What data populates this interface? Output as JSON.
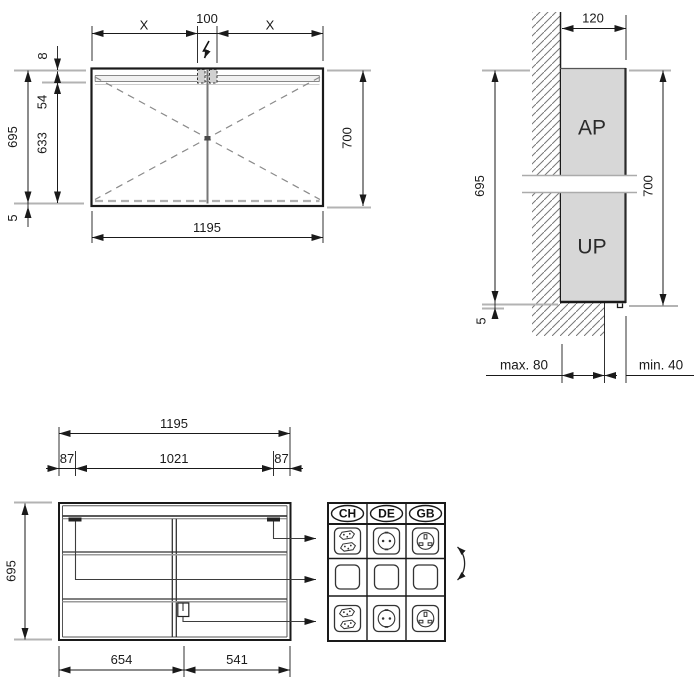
{
  "front_view": {
    "top_span_left": "X",
    "top_center_width": "100",
    "top_span_right": "X",
    "power_icon": "lightning-bolt",
    "seg_top": "8",
    "seg_light": "54",
    "seg_door": "633",
    "height_to_bottom_edge": "695",
    "seg_bottom": "5",
    "total_height": "700",
    "total_width": "1195"
  },
  "side_view": {
    "depth": "120",
    "height_to_bottom_edge": "695",
    "seg_bottom": "5",
    "total_height": "700",
    "surface_mount_label": "AP",
    "flush_mount_label": "UP",
    "wall_clearance": "max. 80",
    "front_clearance": "min. 40"
  },
  "interior_view": {
    "total_width": "1195",
    "left_offset": "87",
    "socket_spacing": "1021",
    "right_offset": "87",
    "height": "695",
    "left_compartment": "654",
    "right_compartment": "541"
  },
  "socket_table": {
    "columns": [
      "CH",
      "DE",
      "GB"
    ],
    "row_icons": [
      [
        "ch-type-j-double-socket",
        "de-schuko-socket",
        "gb-type-g-socket"
      ],
      [
        "blank-plate",
        "blank-plate",
        "blank-plate"
      ],
      [
        "ch-type-j-double-socket",
        "de-schuko-socket",
        "gb-type-g-socket"
      ]
    ],
    "swap_icon": "rotation-arrows"
  },
  "colors": {
    "line": "#1a1a1a",
    "cabinet_fill": "#d7d7d7",
    "reference_line": "#b3b3b3",
    "dashed_line": "#8a8a8a"
  }
}
